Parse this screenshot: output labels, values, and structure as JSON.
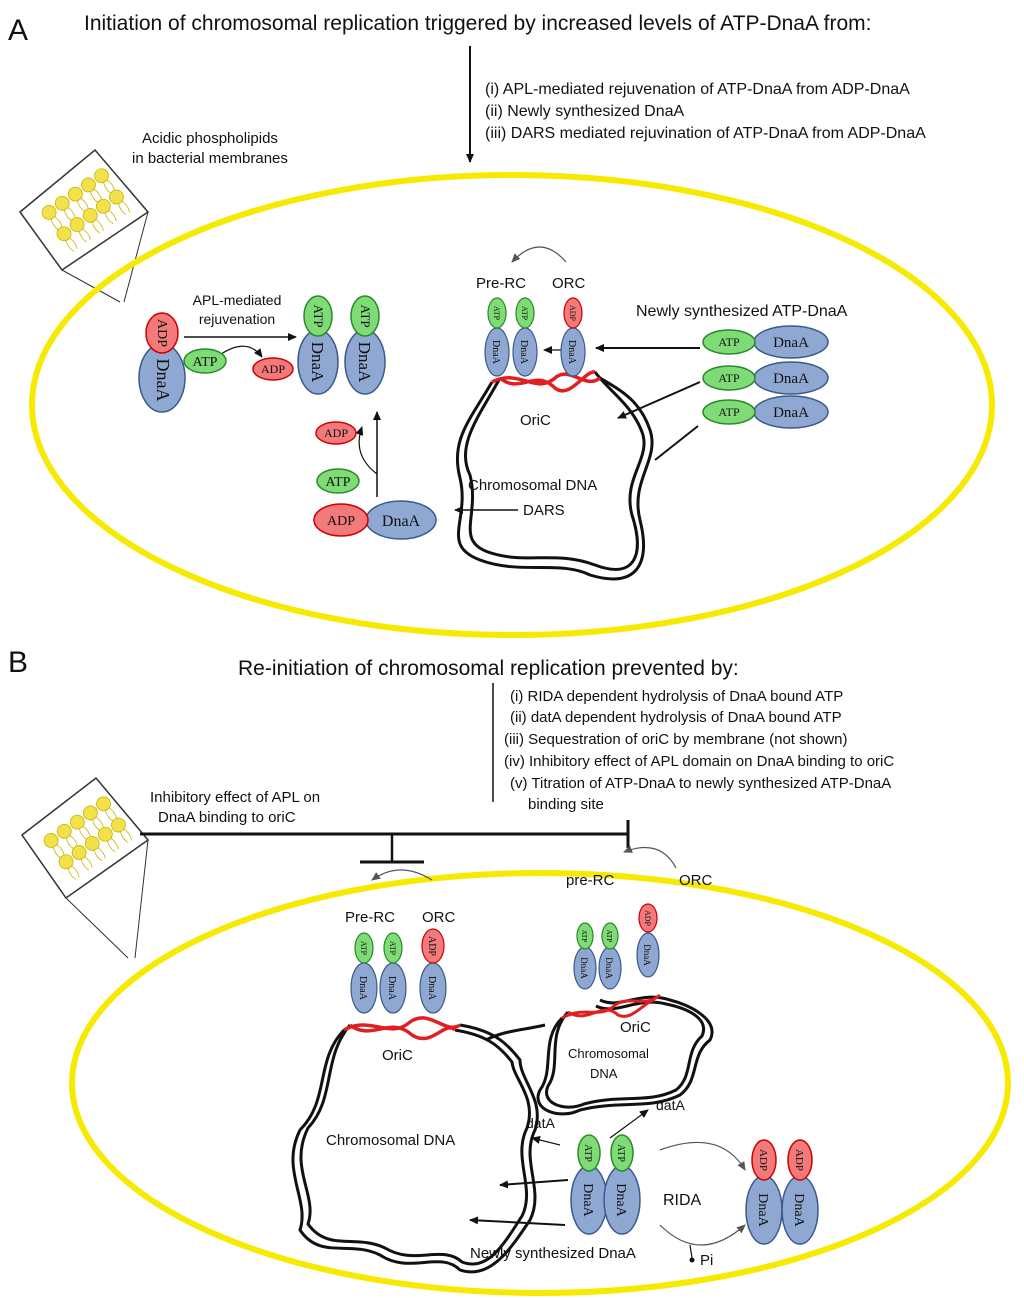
{
  "panel_a": {
    "letter": "A",
    "title": "Initiation of chromosomal replication triggered by increased levels of ATP-DnaA from:",
    "list": [
      "(i) APL-mediated rejuvenation of ATP-DnaA from ADP-DnaA",
      "(ii) Newly synthesized DnaA",
      "(iii) DARS mediated rejuvination of ATP-DnaA from ADP-DnaA"
    ],
    "membrane_label_1": "Acidic phospholipids",
    "membrane_label_2": "in bacterial membranes",
    "apl_label_1": "APL-mediated",
    "apl_label_2": "rejuvenation",
    "prerc": "Pre-RC",
    "orc": "ORC",
    "newly_synth": "Newly synthesized ATP-DnaA",
    "oric": "OriC",
    "chromosomal": "Chromosomal DNA",
    "dars": "DARS"
  },
  "panel_b": {
    "letter": "B",
    "title": "Re-initiation of chromosomal replication prevented by:",
    "list": [
      "(i) RIDA dependent hydrolysis of DnaA bound ATP",
      "(ii)  datA dependent hydrolysis of DnaA bound ATP",
      "(iii) Sequestration of oriC by membrane (not shown)",
      "(iv) Inhibitory effect of APL domain on DnaA binding to oriC",
      "(v) Titration of ATP-DnaA to newly synthesized ATP-DnaA",
      "binding site"
    ],
    "inhib_label_1": "Inhibitory effect of APL on",
    "inhib_label_2": "DnaA binding to oriC",
    "prerc_upper": "Pre-RC",
    "prerc_lower": "pre-RC",
    "orc": "ORC",
    "oric": "OriC",
    "chromosomal_dna": "Chromosomal DNA",
    "chromosomal_1": "Chromosomal",
    "chromosomal_2": "DNA",
    "data": "datA",
    "rida": "RIDA",
    "pi": "Pi",
    "newly_synth": "Newly synthesized DnaA"
  },
  "molecules": {
    "atp": "ATP",
    "adp": "ADP",
    "dnaa": "DnaA"
  },
  "colors": {
    "cell_outline": "#f5ea00",
    "atp_fill": "#7fdb76",
    "adp_fill": "#f27a7a",
    "dnaa_fill": "#8fa8d2",
    "lipid_fill": "#f2e14a",
    "dna_strand": "#111111",
    "oric_strand": "#e02020"
  }
}
